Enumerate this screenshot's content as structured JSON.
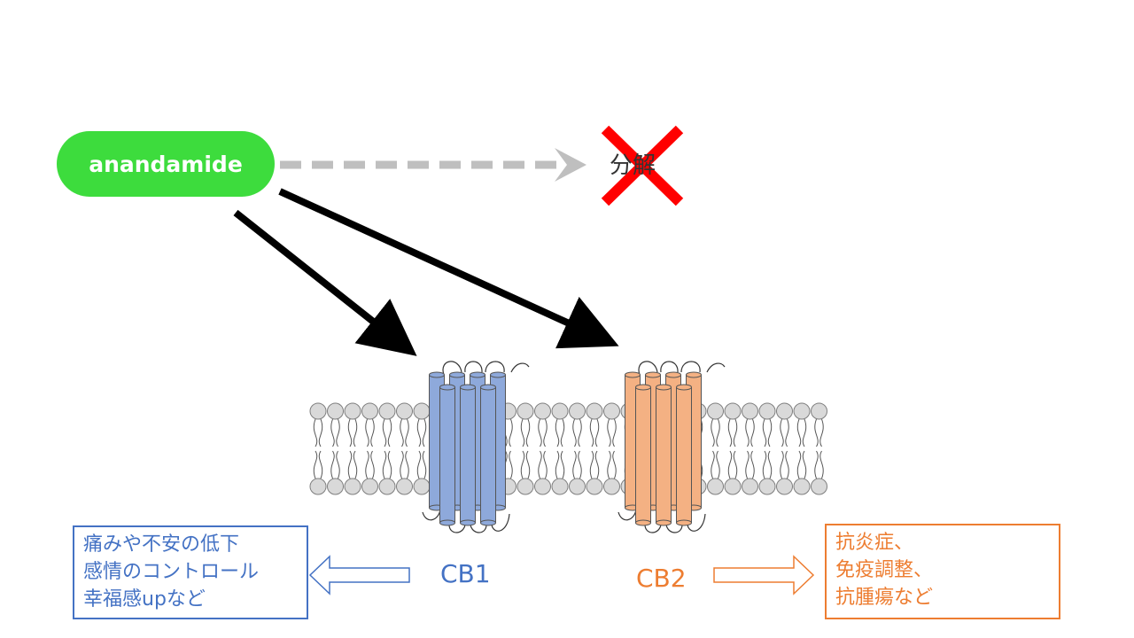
{
  "colors": {
    "anandamide": "#3ddc3d",
    "cb1": "#8ea9db",
    "cb1_text": "#4472c4",
    "cb2": "#f4b183",
    "cb2_text": "#ed7d31",
    "cross": "#ff0000",
    "dashed_arrow": "#bfbfbf",
    "arrow": "#000000",
    "lipid_head": "#d9d9d9"
  },
  "molecule": {
    "label": "anandamide"
  },
  "decomposition": {
    "label": "分解",
    "blocked_icon": "cross-icon"
  },
  "receptors": {
    "cb1": {
      "label": "CB1",
      "effects": [
        "痛みや不安の低下",
        "感情のコントロール",
        "幸福感upなど"
      ]
    },
    "cb2": {
      "label": "CB2",
      "effects": [
        "抗炎症、",
        "免疫調整、",
        "抗腫瘍など"
      ]
    }
  }
}
